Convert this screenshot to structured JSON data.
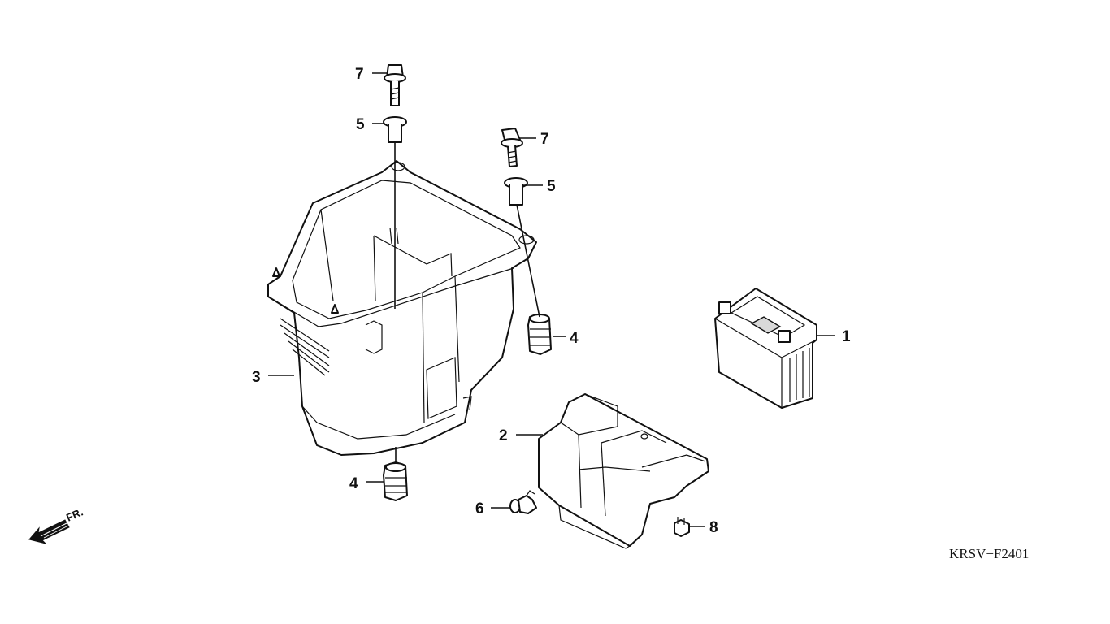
{
  "diagram": {
    "drawing_code": "KRSV−F2401",
    "direction_label": "FR.",
    "callouts": [
      {
        "id": "c1",
        "number": "1"
      },
      {
        "id": "c2",
        "number": "2"
      },
      {
        "id": "c3",
        "number": "3"
      },
      {
        "id": "c4a",
        "number": "4"
      },
      {
        "id": "c4b",
        "number": "4"
      },
      {
        "id": "c5a",
        "number": "5"
      },
      {
        "id": "c5b",
        "number": "5"
      },
      {
        "id": "c6",
        "number": "6"
      },
      {
        "id": "c7a",
        "number": "7"
      },
      {
        "id": "c7b",
        "number": "7"
      },
      {
        "id": "c8",
        "number": "8"
      }
    ]
  }
}
